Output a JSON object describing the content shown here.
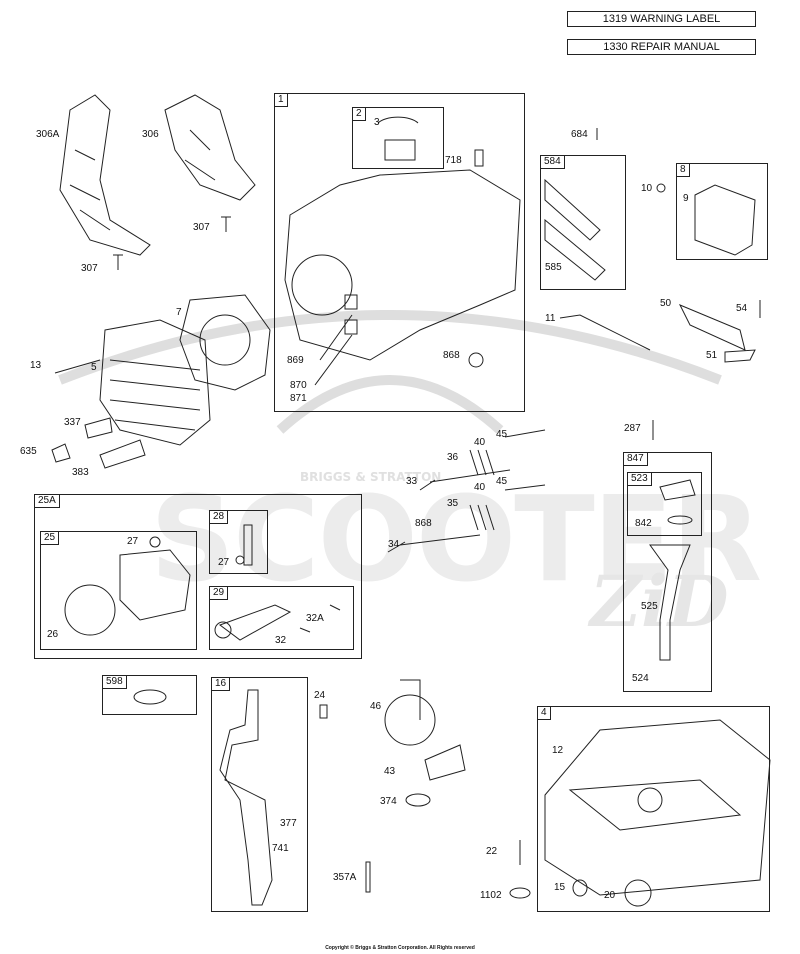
{
  "top_labels": {
    "warning": "1319 WARNING LABEL",
    "manual": "1330 REPAIR MANUAL"
  },
  "watermark": {
    "main": "SCOOTER",
    "small": "BRIGGS & STRATTON",
    "script": "ZiD"
  },
  "boxes": {
    "b1": "1",
    "b2": "2",
    "b584": "584",
    "b8": "8",
    "b847": "847",
    "b523": "523",
    "b25a": "25A",
    "b25": "25",
    "b28": "28",
    "b29": "29",
    "b598": "598",
    "b16": "16",
    "b4": "4"
  },
  "parts": {
    "p306a": "306A",
    "p306": "306",
    "p307a": "307",
    "p307b": "307",
    "p7": "7",
    "p13": "13",
    "p5": "5",
    "p337": "337",
    "p635": "635",
    "p383": "383",
    "p3": "3",
    "p718": "718",
    "p869": "869",
    "p870": "870",
    "p871": "871",
    "p868a": "868",
    "p684": "684",
    "p10": "10",
    "p9": "9",
    "p585": "585",
    "p11": "11",
    "p50": "50",
    "p54": "54",
    "p51": "51",
    "p287": "287",
    "p40a": "40",
    "p45a": "45",
    "p36": "36",
    "p33": "33",
    "p40b": "40",
    "p45b": "45",
    "p35": "35",
    "p868b": "868",
    "p34": "34",
    "p842": "842",
    "p525": "525",
    "p524": "524",
    "p27a": "27",
    "p26": "26",
    "p27b": "27",
    "p32a": "32A",
    "p32": "32",
    "p24": "24",
    "p46": "46",
    "p43": "43",
    "p374": "374",
    "p377": "377",
    "p741": "741",
    "p357a": "357A",
    "p22": "22",
    "p1102": "1102",
    "p15": "15",
    "p20": "20",
    "p12": "12"
  },
  "footer": "Copyright © Briggs & Stratton Corporation. All Rights reserved"
}
